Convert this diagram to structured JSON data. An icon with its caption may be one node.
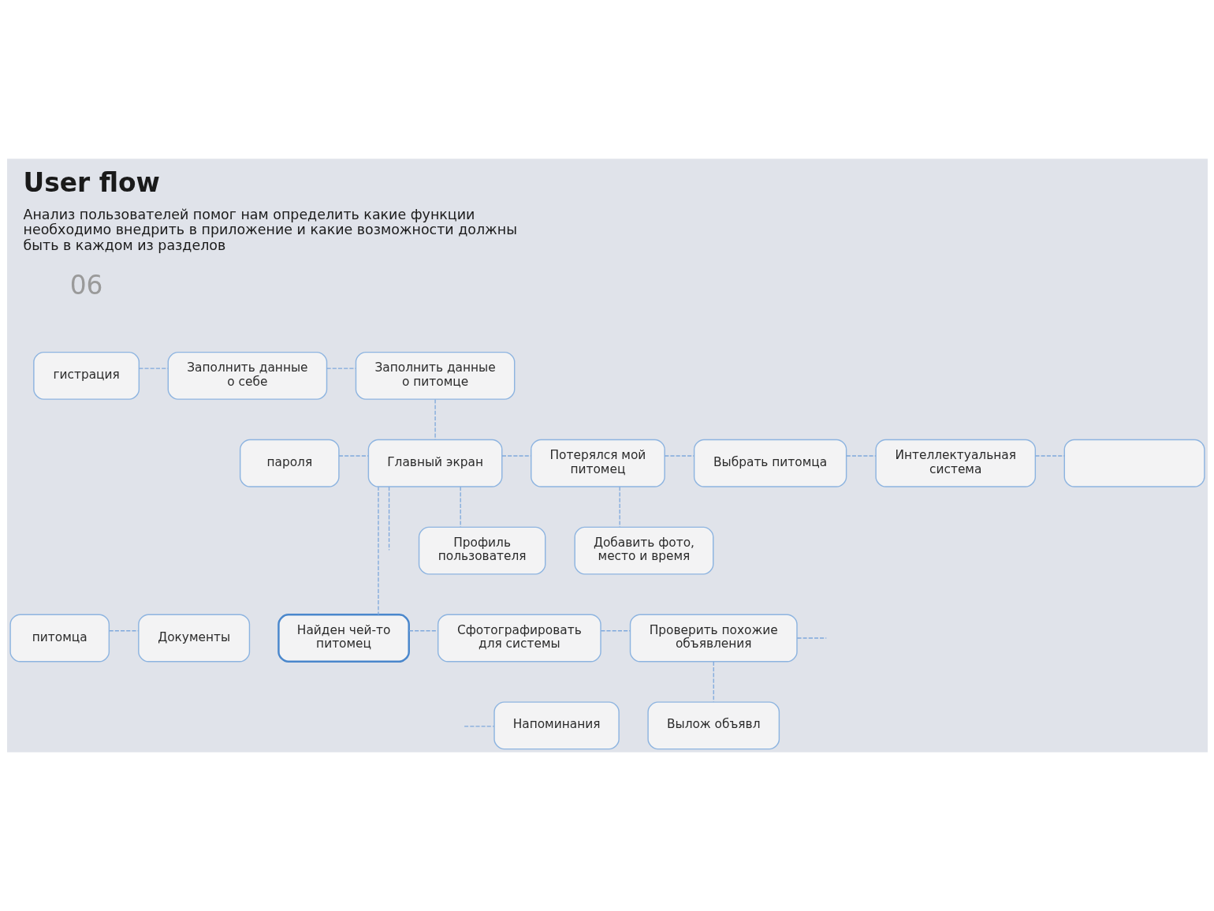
{
  "diagram": {
    "title": "User flow",
    "caption": "Анализ пользователей помог нам определить какие функции необходимо внедрить в приложение и какие возможности должны быть в каждом из разделов",
    "nodes": [
      {
        "text": [
          "гистрация"
        ]
      },
      {
        "text": [
          "Заполнить данные о себе"
        ]
      },
      {
        "text": [
          "Заполнить данные о питомце"
        ]
      },
      {
        "text": [
          "пароля"
        ]
      },
      {
        "text": [
          "Главный экран"
        ]
      },
      {
        "text": [
          "Потерялся мой питомец"
        ]
      },
      {
        "text": [
          "Выбрать питомца"
        ]
      },
      {
        "text": [
          "Интеллектуальная система"
        ]
      },
      {
        "text": [],
        "shape": "box"
      },
      {
        "text": [
          "Профиль пользователя"
        ]
      },
      {
        "text": [
          "Добавить фото, место и время"
        ]
      },
      {
        "text": [
          "питомца"
        ]
      },
      {
        "text": [
          "Документы"
        ]
      },
      {
        "text": [
          "Найден чей-то питомец"
        ]
      },
      {
        "text": [
          "Сфотографировать для системы"
        ]
      },
      {
        "text": [
          "Проверить похожие объявления"
        ]
      },
      {
        "text": [
          "Напоминания"
        ]
      },
      {
        "text": [
          "Вылож объявл"
        ]
      }
    ],
    "edges": [
      {
        "from": 0,
        "to": 1,
        "arrow": "none",
        "style": "dashed"
      },
      {
        "from": 1,
        "to": 2,
        "arrow": "none",
        "style": "dashed"
      },
      {
        "from": 2,
        "to": 4,
        "arrow": "none",
        "style": "dashed"
      },
      {
        "from": 3,
        "to": 4,
        "arrow": "none",
        "style": "dashed"
      },
      {
        "from": 4,
        "to": 5,
        "arrow": "none",
        "style": "dashed"
      },
      {
        "from": 5,
        "to": 6,
        "arrow": "none",
        "style": "dashed"
      },
      {
        "from": 6,
        "to": 7,
        "arrow": "none",
        "style": "dashed"
      },
      {
        "from": 7,
        "to": 8,
        "arrow": "none",
        "style": "dashed"
      },
      {
        "from": 4,
        "to": 9,
        "arrow": "none",
        "style": "dashed"
      },
      {
        "from": 5,
        "to": 10,
        "arrow": "none",
        "style": "dashed"
      },
      {
        "from": 4,
        "to": null,
        "arrow": "none",
        "style": "dashed"
      },
      {
        "from": 4,
        "to": 13,
        "arrow": "none",
        "style": "dashed"
      },
      {
        "from": 11,
        "to": 12,
        "arrow": "none",
        "style": "dashed"
      },
      {
        "from": 13,
        "to": 14,
        "arrow": "none",
        "style": "dashed"
      },
      {
        "from": 14,
        "to": 15,
        "arrow": "none",
        "style": "dashed"
      },
      {
        "from": 15,
        "to": null,
        "arrow": "none",
        "style": "dashed"
      },
      {
        "from": 15,
        "to": 17,
        "arrow": "none",
        "style": "dashed"
      },
      {
        "from": null,
        "to": 16,
        "arrow": "none",
        "style": "dashed"
      }
    ],
    "labels": [
      "06"
    ]
  }
}
